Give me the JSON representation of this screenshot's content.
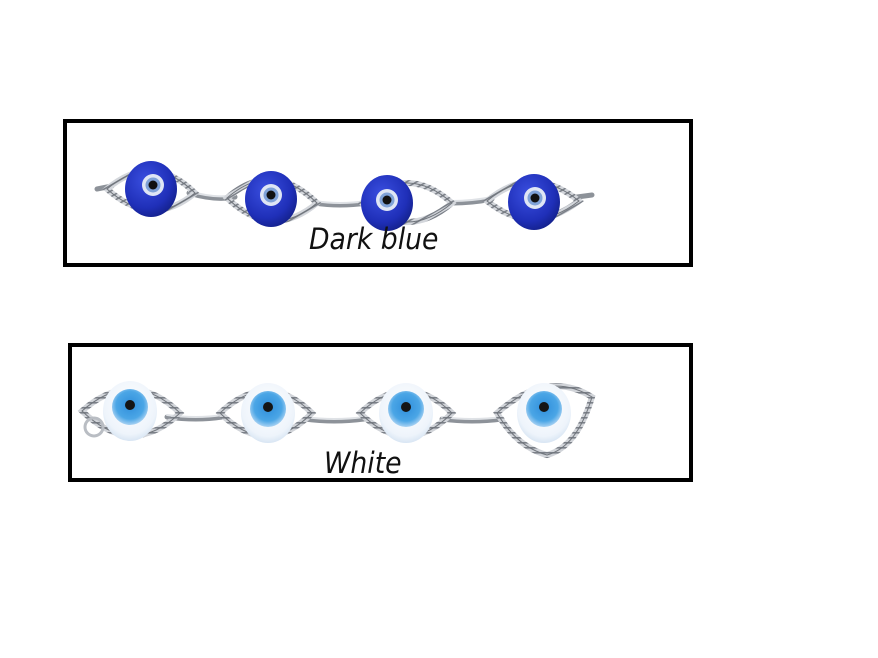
{
  "panels": [
    {
      "label": "Dark blue",
      "bead_style": "dark-blue",
      "colors": {
        "bead": "#1f2fb8",
        "bead_dark": "#13208a",
        "iris_ring": "#dfe6f5",
        "iris": "#7fa2d8",
        "pupil": "#111111",
        "metal": "#bfc3c9"
      },
      "bead_count": 4
    },
    {
      "label": "White",
      "bead_style": "white",
      "colors": {
        "bead": "#f4f8fd",
        "bead_dark": "#cfdff0",
        "iris_ring": "#a9d2f3",
        "iris": "#3c9be0",
        "pupil": "#151515",
        "metal": "#bfc3c9"
      },
      "bead_count": 4
    }
  ]
}
